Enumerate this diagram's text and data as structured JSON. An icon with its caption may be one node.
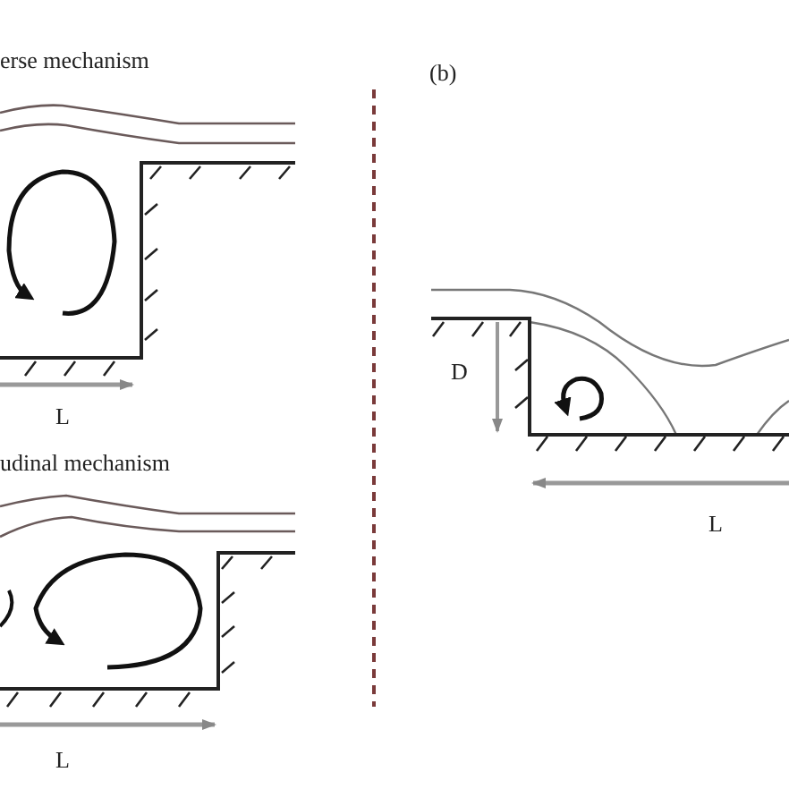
{
  "diagram": {
    "labels": [
      "erse mechanism",
      "L",
      "udinal mechanism",
      "L",
      "(b)",
      "D",
      "L"
    ]
  }
}
